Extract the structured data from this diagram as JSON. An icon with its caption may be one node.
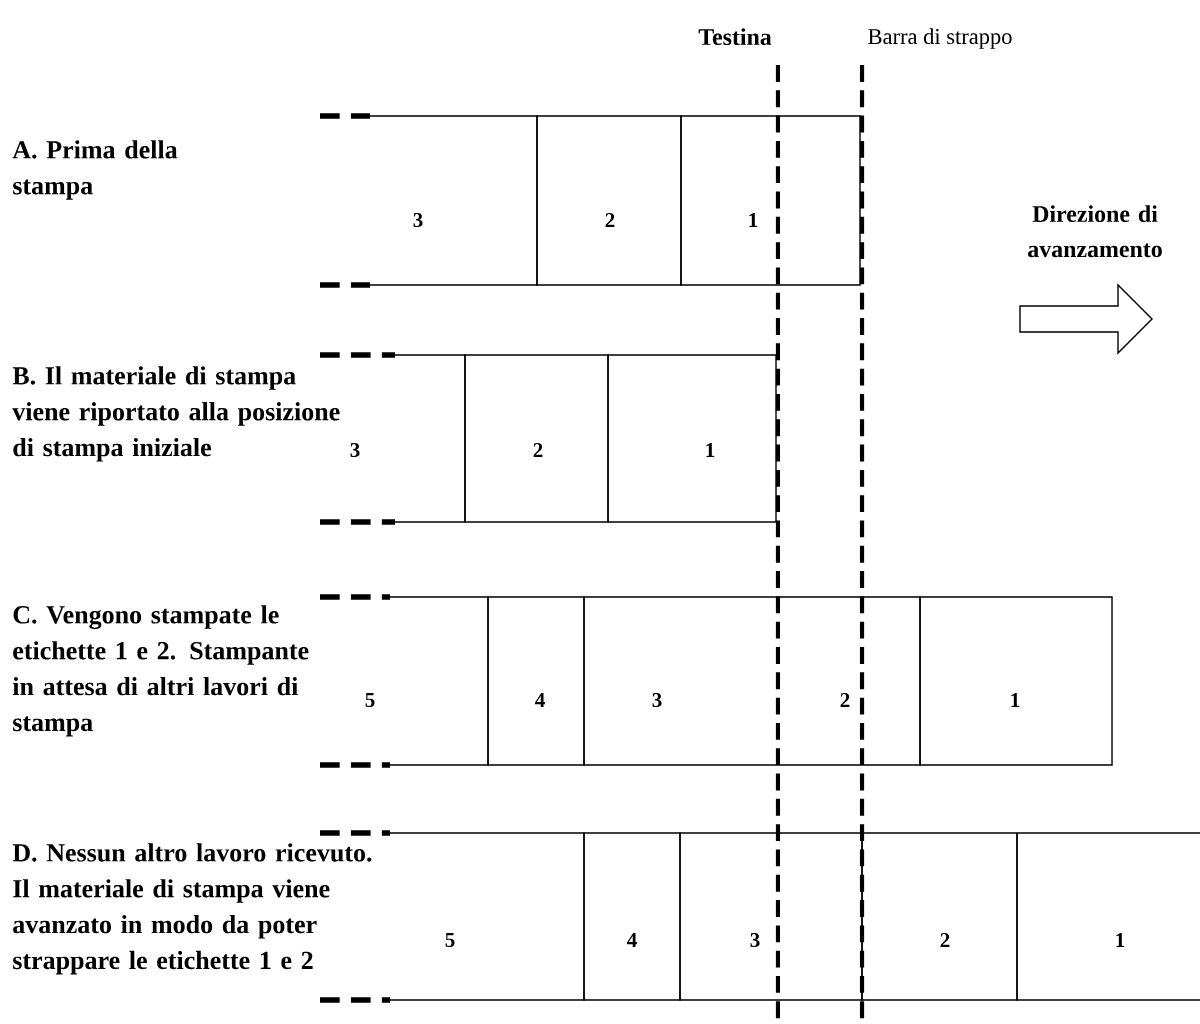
{
  "diagram": {
    "nodes": [
      {
        "text": [
          "3"
        ]
      },
      {
        "text": [
          "2"
        ]
      },
      {
        "text": [
          "1"
        ]
      },
      {
        "text": [
          "3"
        ]
      },
      {
        "text": [
          "2"
        ]
      },
      {
        "text": [
          "1"
        ]
      },
      {
        "text": [
          "5"
        ]
      },
      {
        "text": [
          "4"
        ]
      },
      {
        "text": [
          "3",
          "2"
        ]
      },
      {
        "text": [
          "1"
        ]
      },
      {
        "text": [
          "5"
        ]
      },
      {
        "text": [
          "4"
        ]
      },
      {
        "text": [
          "3"
        ]
      },
      {
        "text": [
          "2"
        ]
      },
      {
        "text": [
          "1"
        ]
      }
    ],
    "edges": [],
    "labels": [
      "Testina",
      "Barra di strappo",
      "A. Prima della stampa",
      "Direzione di avanzamento",
      "B. Il materiale di stampa viene riportato alla posizione di stampa iniziale",
      "C. Vengono stampate le etichette 1 e 2. Stampante in attesa di altri lavori di stampa",
      "D. Nessun altro lavoro ricevuto. Il materiale di stampa viene avanzato in modo da poter strappare le etichette 1 e 2"
    ]
  }
}
